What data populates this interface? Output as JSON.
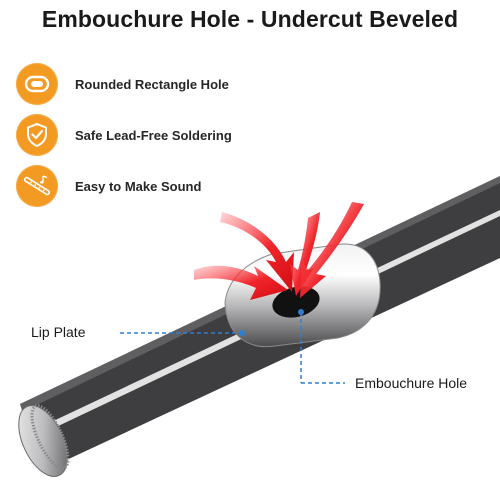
{
  "title": "Embouchure Hole - Undercut Beveled",
  "features": [
    {
      "icon": "rounded-rectangle-icon",
      "label": "Rounded Rectangle Hole"
    },
    {
      "icon": "shield-check-icon",
      "label": "Safe Lead-Free Soldering"
    },
    {
      "icon": "flute-music-note-icon",
      "label": "Easy to Make Sound"
    }
  ],
  "callouts": {
    "lip_plate": "Lip Plate",
    "embouchure_hole": "Embouchure Hole"
  },
  "colors": {
    "accent": "#f39a22",
    "arrow": "#e8141b",
    "leader": "#2f7fd0"
  }
}
